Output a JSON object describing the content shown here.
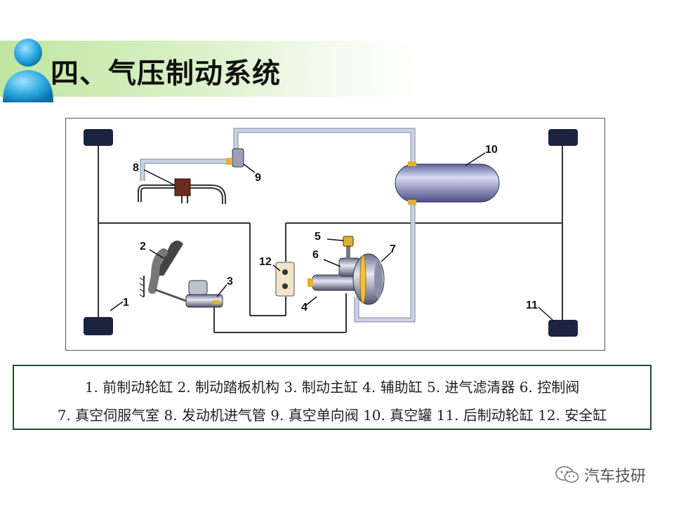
{
  "slide": {
    "title": "四、气压制动系统"
  },
  "diagram": {
    "callouts": [
      "1",
      "2",
      "3",
      "4",
      "5",
      "6",
      "7",
      "8",
      "9",
      "10",
      "11",
      "12"
    ]
  },
  "legend": {
    "line1": "1. 前制动轮缸  2. 制动踏板机构  3. 制动主缸  4. 辅助缸  5. 进气滤清器  6. 控制阀",
    "line2": "7. 真空伺服气室  8. 发动机进气管  9. 真空单向阀  10. 真空罐  11. 后制动轮缸  12. 安全缸"
  },
  "watermark": {
    "text": "汽车技研",
    "icon": "wechat-icon"
  },
  "colors": {
    "title_band": "#bfe6a0",
    "legend_border": "#1d4d2f",
    "tank": "#8d95c8",
    "pipe": "#c9d3e6",
    "wheel": "#1b2340"
  }
}
